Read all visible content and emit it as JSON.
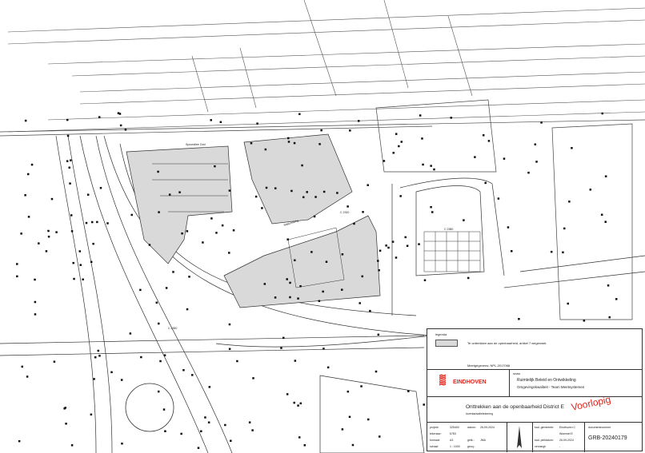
{
  "map": {
    "street_labels": [
      "Spoorallee Zuid",
      "Stationsweg",
      "C 2320",
      "C 2350",
      "C 2380"
    ],
    "gray_fill": "#d9d9d9"
  },
  "titleblock": {
    "legend_heading": "legenda",
    "legend_item": "Te onttrekken aan de openbaarheid, artikel 7 wegenwet.",
    "legend_swatch_color": "#d9d9d9",
    "reference": "Meetgegevens: NPL-2017068",
    "logo_text": "EINDHOVEN",
    "brand_color": "#e2231a",
    "sector_label": "sector",
    "sector_line1": "Ruimtelijk Beleid en Ontwikkeling",
    "sector_line2": "Omgevingskwaliteit - Team Meetsystemen",
    "title": "Onttrekken aan de openbaarheid District E",
    "subtitle": "Inventarisatietekening",
    "stamp": "Voorlopig",
    "info": {
      "project_label": "project:",
      "project_value": "325400",
      "datum_label": "datum:",
      "datum_value": "26-09-2024",
      "meetkey_label": "tekenaar:",
      "meetkey_value": "6783",
      "formaat_label": "formaat:",
      "formaat_value": "A3",
      "getu_label": "getk.:",
      "getu_value": "JMA",
      "schaal_label": "schaal:",
      "schaal_value": "1 : 1000",
      "gecu_label": "gecq.:",
      "gecu_value": "",
      "kad_label": "kad. gemeente:",
      "kad_value": "Eindhoven C",
      "kad_value2": "Woensel E",
      "kad_pel_label": "kad. peildatum:",
      "kad_pel_value": "26-09-2024",
      "vervangt_label": "vervangt:",
      "vervangt_value": "-",
      "docnum_label": "documentnummer",
      "docnum_value": "GRB-20240179"
    }
  }
}
